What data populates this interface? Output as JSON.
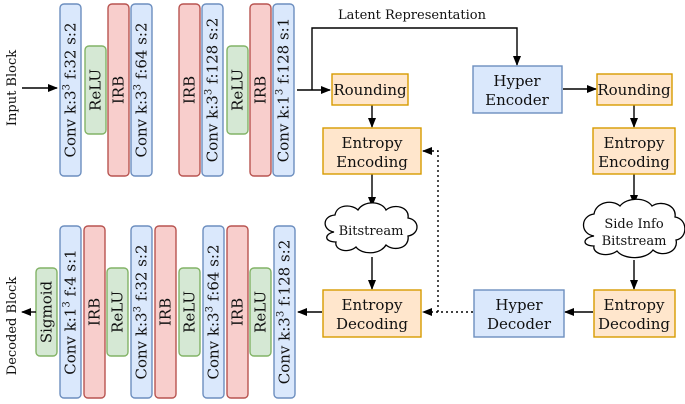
{
  "labels": {
    "input_block": "Input Block",
    "decoded_block": "Decoded Block",
    "latent_representation": "Latent Representation",
    "bitstream": "Bitstream",
    "side_info_line1": "Side Info",
    "side_info_line2": "Bitstream"
  },
  "encoder_layers": [
    {
      "kind": "conv",
      "main": "Conv k:3",
      "sup": "3",
      "rest": " f:32 s:2"
    },
    {
      "kind": "relu",
      "main": "ReLU"
    },
    {
      "kind": "irb",
      "main": "IRB"
    },
    {
      "kind": "conv",
      "main": "Conv k:3",
      "sup": "3",
      "rest": " f:64 s:2"
    },
    {
      "kind": "irb",
      "main": "IRB"
    },
    {
      "kind": "conv",
      "main": "Conv k:3",
      "sup": "3",
      "rest": " f:128 s:2"
    },
    {
      "kind": "relu",
      "main": "ReLU"
    },
    {
      "kind": "irb",
      "main": "IRB"
    },
    {
      "kind": "conv",
      "main": "Conv k:1",
      "sup": "3",
      "rest": " f:128 s:1"
    }
  ],
  "decoder_layers": [
    {
      "kind": "sigmoid",
      "main": "Sigmoid"
    },
    {
      "kind": "conv",
      "main": "Conv k:1",
      "sup": "3",
      "rest": " f:4 s:1"
    },
    {
      "kind": "irb",
      "main": "IRB"
    },
    {
      "kind": "relu",
      "main": "ReLU"
    },
    {
      "kind": "conv",
      "main": "Conv k:3",
      "sup": "3",
      "rest": " f:32 s:2"
    },
    {
      "kind": "irb",
      "main": "IRB"
    },
    {
      "kind": "relu",
      "main": "ReLU"
    },
    {
      "kind": "conv",
      "main": "Conv k:3",
      "sup": "3",
      "rest": " f:64 s:2"
    },
    {
      "kind": "irb",
      "main": "IRB"
    },
    {
      "kind": "relu",
      "main": "ReLU"
    },
    {
      "kind": "conv",
      "main": "Conv k:3",
      "sup": "3",
      "rest": " f:128 s:2"
    }
  ],
  "blocks": {
    "rounding_1": "Rounding",
    "entropy_encoding_1": [
      "Entropy",
      "Encoding"
    ],
    "entropy_decoding_1": [
      "Entropy",
      "Decoding"
    ],
    "hyper_encoder": [
      "Hyper",
      "Encoder"
    ],
    "rounding_2": "Rounding",
    "entropy_encoding_2": [
      "Entropy",
      "Encoding"
    ],
    "entropy_decoding_2": [
      "Entropy",
      "Decoding"
    ],
    "hyper_decoder": [
      "Hyper",
      "Decoder"
    ]
  },
  "colors": {
    "conv_fill": "#dae8fc",
    "conv_stroke": "#6c8ebf",
    "relu_fill": "#d5e8d4",
    "relu_stroke": "#82b366",
    "irb_fill": "#f8cecc",
    "irb_stroke": "#b85450",
    "orange_fill": "#ffe6cc",
    "orange_stroke": "#d79b00"
  }
}
